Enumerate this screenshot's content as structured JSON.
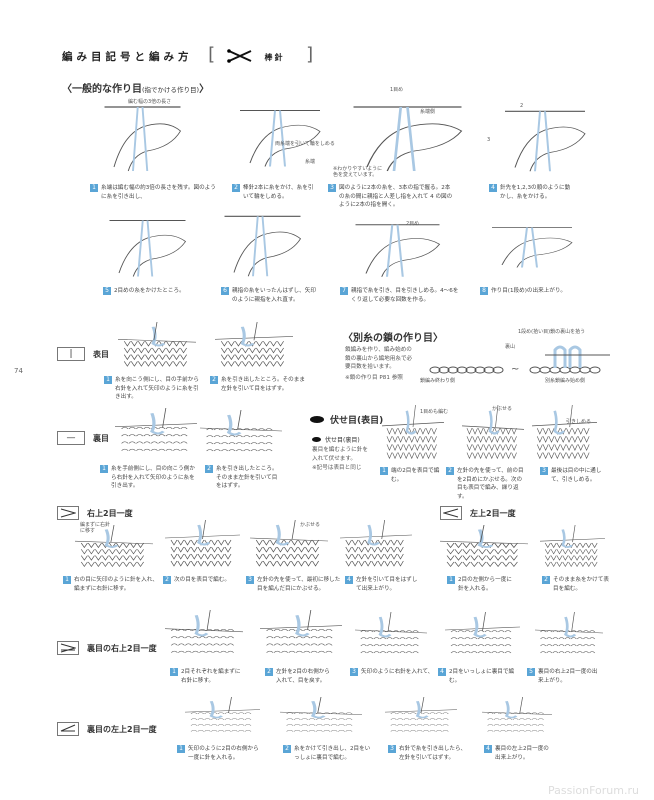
{
  "header": {
    "title": "編み目記号と編み方",
    "bracket_open": "[",
    "category": "棒針",
    "bracket_close": "]",
    "needle_icon": "crossed-needles-icon"
  },
  "page_number": "74",
  "cast_on": {
    "heading": "〈一般的な作り目",
    "heading_note": "(指でかける作り目)",
    "heading_end": "〉",
    "annotations": [
      "編む幅の3倍の長さ",
      "両糸端を引いて輪をしめる",
      "糸端",
      "1目め",
      "糸端側",
      "※わかりやすいように色を変えています。",
      "2",
      "3",
      "2目め"
    ],
    "steps": [
      {
        "n": "1",
        "text": "糸端は編む幅の約3倍の長さを残す。図のように糸を引き出し、"
      },
      {
        "n": "2",
        "text": "棒針2本に糸をかけ、糸を引いて輪をしめる。"
      },
      {
        "n": "3",
        "text": "図のように2本の糸を、3本の指で握る。2本の糸の間に親指と人差し指を入れて 4 の図のように2本の指を開く。"
      },
      {
        "n": "4",
        "text": "針先を1,2,3の順のように動かし、糸をかける。"
      },
      {
        "n": "5",
        "text": "2目めの糸をかけたところ。"
      },
      {
        "n": "6",
        "text": "親指の糸をいったんはずし、矢印のように親指を入れ直す。"
      },
      {
        "n": "7",
        "text": "親指で糸を引き、目を引きしめる。4〜6をくり返して必要な回数を作る。"
      },
      {
        "n": "8",
        "text": "作り目(1段め)の出来上がり。"
      }
    ]
  },
  "knit": {
    "symbol": "|",
    "label": "表目",
    "steps": [
      {
        "n": "1",
        "text": "糸を向こう側にし、目の手前から右針を入れて矢印のように糸を引き出す。"
      },
      {
        "n": "2",
        "text": "糸を引き出したところ。そのまま左針を引いて目をはずす。"
      }
    ]
  },
  "provisional": {
    "heading": "〈別糸の鎖の作り目〉",
    "desc": "鎖編みを作り、編み始めの鎖の裏山から編地用糸で必要目数を拾います。",
    "ref": "※鎖の作り目 P81 参照",
    "annotations": [
      "1段め(拾い目)鎖の裏山を拾う",
      "裏山",
      "鎖編み終わり側",
      "別糸鎖編み始め側",
      "〜"
    ]
  },
  "purl": {
    "symbol": "—",
    "label": "裏目",
    "steps": [
      {
        "n": "1",
        "text": "糸を手前側にし、目の向こう側から右針を入れて矢印のように糸を引き出す。"
      },
      {
        "n": "2",
        "text": "糸を引き出したところ。そのまま左針を引いて目をはずす。"
      }
    ]
  },
  "bind_off": {
    "label": "伏せ目(表目)",
    "purl_label": "伏せ目(裏目)",
    "purl_desc": "裏目を編むように針を入れて伏せます。",
    "purl_note": "※記号は表目と同じ",
    "annotations": [
      "1目めも編む",
      "かぶせる",
      "引きしめる"
    ],
    "steps": [
      {
        "n": "1",
        "text": "端の2目を表目で編む。"
      },
      {
        "n": "2",
        "text": "左針の先を使って、前の目を2目めにかぶせる。次の目も表目で編み、繰り返す。"
      },
      {
        "n": "3",
        "text": "最後は目の中に通して、引きしめる。"
      }
    ]
  },
  "ssk": {
    "label": "右上2目一度",
    "annotations": [
      "編まずに右針に移す",
      "かぶせる"
    ],
    "steps": [
      {
        "n": "1",
        "text": "右の目に矢印のように針を入れ、編まずに右針に移す。"
      },
      {
        "n": "2",
        "text": "次の目を表目で編む。"
      },
      {
        "n": "3",
        "text": "左針の先を使って、最初に移した目を編んだ目にかぶせる。"
      },
      {
        "n": "4",
        "text": "左針を引いて目をはずして出来上がり。"
      }
    ]
  },
  "k2tog": {
    "label": "左上2目一度",
    "steps": [
      {
        "n": "1",
        "text": "2目の左側から一度に針を入れる。"
      },
      {
        "n": "2",
        "text": "そのまま糸をかけて表目を編む。"
      }
    ]
  },
  "purl_ssk": {
    "label": "裏目の右上2目一度",
    "steps": [
      {
        "n": "1",
        "text": "2目それぞれを編まずに右針に移す。"
      },
      {
        "n": "2",
        "text": "左針を2目の右側から入れて、目を戻す。"
      },
      {
        "n": "3",
        "text": "矢印のように右針を入れて、"
      },
      {
        "n": "4",
        "text": "2目をいっしょに裏目で編む。"
      },
      {
        "n": "5",
        "text": "裏目の右上2目一度の出来上がり。"
      }
    ]
  },
  "purl_k2tog": {
    "label": "裏目の左上2目一度",
    "steps": [
      {
        "n": "1",
        "text": "矢印のように2目の右側から一度に針を入れる。"
      },
      {
        "n": "2",
        "text": "糸をかけて引き出し、2目をいっしょに裏目で編む。"
      },
      {
        "n": "3",
        "text": "右針で糸を引き出したら、左針を引いてはずす。"
      },
      {
        "n": "4",
        "text": "裏目の左上2目一度の出来上がり。"
      }
    ]
  },
  "watermark": "PassionForum.ru",
  "colors": {
    "accent": "#5aa5d6",
    "yarn": "#a9c8e3",
    "line": "#555555"
  }
}
